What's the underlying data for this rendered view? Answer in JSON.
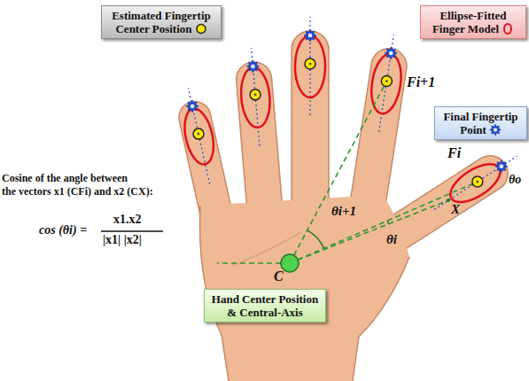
{
  "diagram": {
    "nodes": [
      {
        "text": [
          "Estimated Fingertip Center Position"
        ]
      },
      {
        "text": [
          "Ellipse-Fitted Finger Model"
        ]
      },
      {
        "text": [
          "Final Fingertip Point"
        ]
      },
      {
        "text": [
          "Hand Center Position & Central-Axis"
        ]
      }
    ],
    "labels": [
      "Cosine of the angle between",
      "the vectors x1 (CFi) and x2 (CX):",
      "cos (θi) =",
      "x1.x2",
      "|x1| |x2|",
      "Fi+1",
      "Fi",
      "C",
      "X",
      "θi+1",
      "θi",
      "θo"
    ]
  }
}
